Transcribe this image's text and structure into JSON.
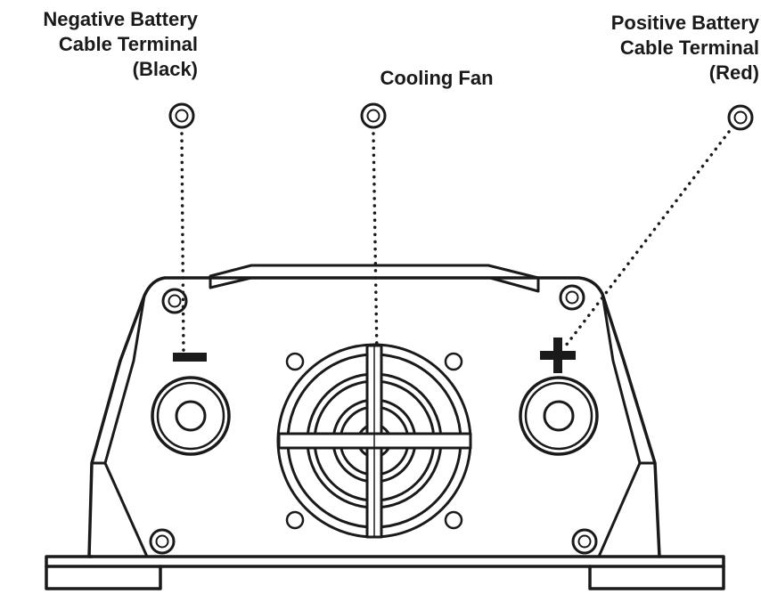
{
  "labels": {
    "negative": [
      "Negative Battery",
      "Cable Terminal",
      "(Black)"
    ],
    "fan": [
      "Cooling Fan"
    ],
    "positive": [
      "Positive Battery",
      "Cable Terminal",
      "(Red)"
    ]
  },
  "colors": {
    "line": "#1a1a1a",
    "background": "#ffffff"
  }
}
